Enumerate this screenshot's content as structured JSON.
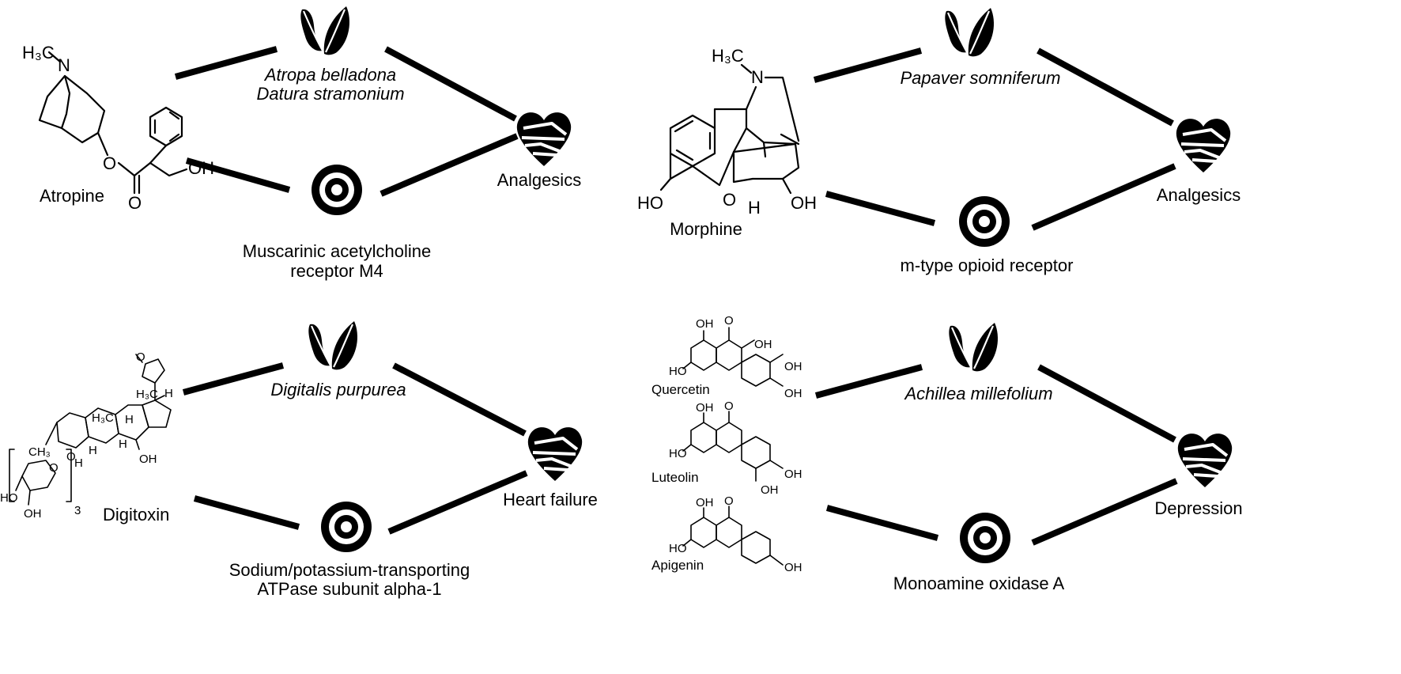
{
  "panels": {
    "atropine": {
      "compound": [
        "Atropine"
      ],
      "plant_lines": [
        "Atropa belladona",
        "Datura stramonium"
      ],
      "disease": "Analgesics",
      "target_lines": [
        "Muscarinic acetylcholine",
        "receptor M4"
      ],
      "structure_labels": {
        "methyl": "H₃C",
        "n": "N",
        "o": "O",
        "oh": "OH"
      }
    },
    "morphine": {
      "compound": [
        "Morphine"
      ],
      "plant_lines": [
        "Papaver somniferum"
      ],
      "disease": "Analgesics",
      "target_lines": [
        "m-type opioid receptor"
      ],
      "structure_labels": {
        "methyl": "H₃C",
        "n": "N",
        "o": "O",
        "h": "H",
        "ho": "HO",
        "oh": "OH"
      }
    },
    "digitoxin": {
      "compound": [
        "Digitoxin"
      ],
      "plant_lines": [
        "Digitalis purpurea"
      ],
      "disease": "Heart failure",
      "target_lines": [
        "Sodium/potassium-transporting",
        "ATPase subunit alpha-1"
      ],
      "structure_labels": {
        "h3c_a": "H₃C",
        "h3c_b": "H₃C",
        "ch3": "CH₃",
        "h": "H",
        "oh": "OH",
        "ho": "HO",
        "o": "O",
        "sub3": "3"
      }
    },
    "achillea": {
      "compound": [
        "Quercetin",
        "Luteolin",
        "Apigenin"
      ],
      "plant_lines": [
        "Achillea millefolium"
      ],
      "disease": "Depression",
      "target_lines": [
        "Monoamine oxidase A"
      ],
      "structure_labels": {
        "oh": "OH",
        "ho": "HO",
        "o": "O"
      }
    }
  },
  "icons": {
    "plant": "leaf-pair-icon",
    "disease": "broken-heart-icon",
    "target": "target-icon"
  }
}
